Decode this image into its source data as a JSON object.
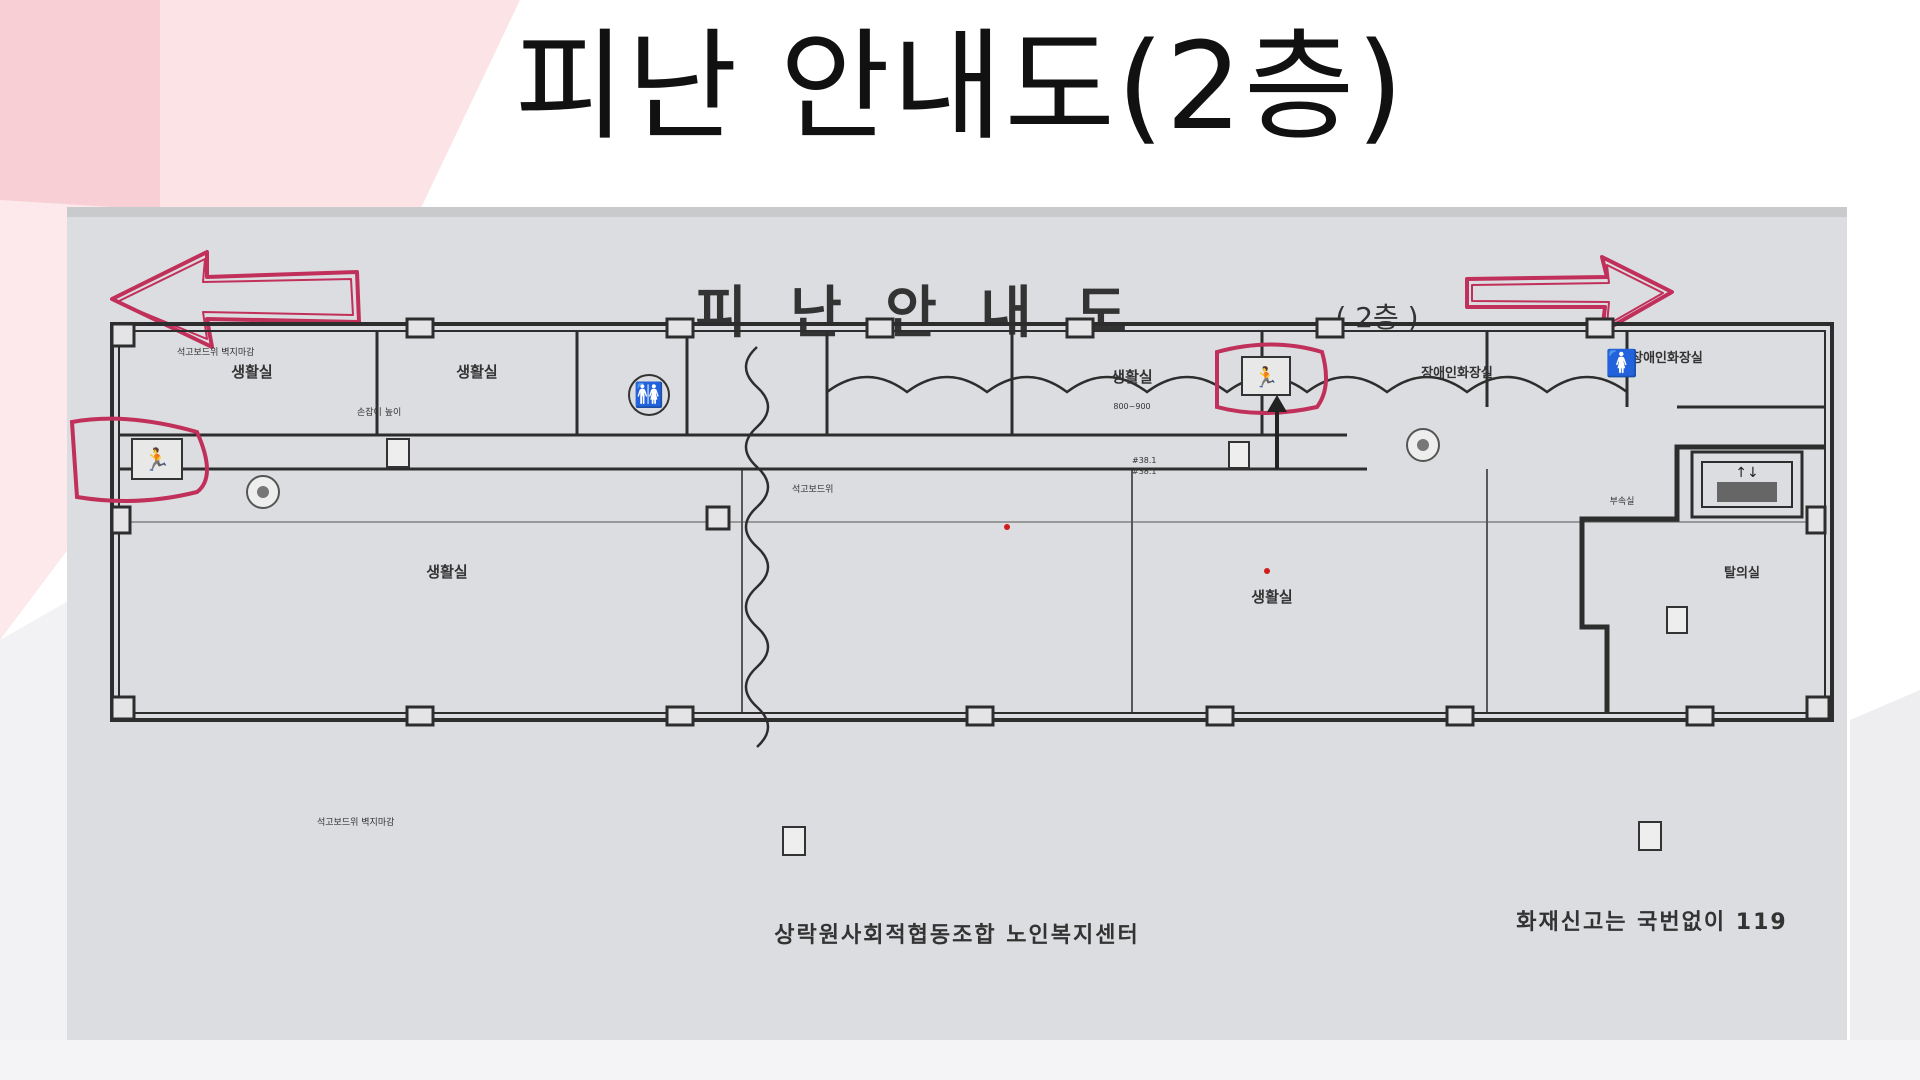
{
  "slide": {
    "title": "피난 안내도(2층)"
  },
  "floor_plan": {
    "heading": "피 난 안 내 도",
    "heading_floor": "( 2층 )",
    "rooms": {
      "living_1": "생활실",
      "living_2": "생활실",
      "living_3": "생활실",
      "living_4": "생활실",
      "living_5": "생활실",
      "disabled_wc_1": "장애인화장실",
      "disabled_wc_2": "장애인화장실",
      "bath_room": "탈의실",
      "storage": "부속실"
    },
    "notes": {
      "wall_finish_top": "석고보드위 벽지마감",
      "wall_finish_bottom": "석고보드위 벽지마감",
      "handrail_height": "손잡이 높이",
      "gypsum_board": "석고보드위",
      "dimension": "800~900",
      "elevation_1": "#38.1",
      "elevation_2": "#38.1"
    },
    "footer_left": "상락원사회적협동조합 노인복지센터",
    "footer_right": "화재신고는 국번없이 119"
  },
  "colors": {
    "annotation_red": "#c0305a",
    "plan_ink": "#333333",
    "paper": "#d9dadd"
  },
  "icons": [
    "emergency-exit-sign-icon",
    "restroom-icon",
    "fire-extinguisher-icon",
    "smoke-detector-icon",
    "elevator-icon",
    "evacuation-arrow-icon"
  ]
}
